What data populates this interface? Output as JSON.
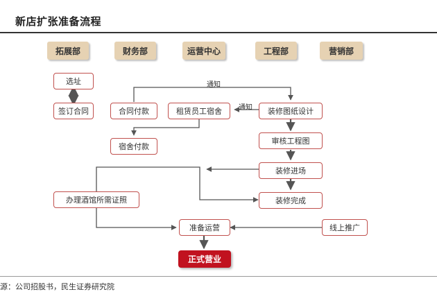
{
  "title": "新店扩张准备流程",
  "source": "源：公司招股书，民生证券研究院",
  "departments": [
    "拓展部",
    "财务部",
    "运营中心",
    "工程部",
    "营销部"
  ],
  "nodes": {
    "site_selection": "选址",
    "sign_contract": "签订合同",
    "contract_payment": "合同付款",
    "rent_dorm": "租赁员工宿舍",
    "design": "装修图纸设计",
    "dorm_payment": "宿舍付款",
    "review": "审核工程图",
    "construction_start": "装修进场",
    "licenses": "办理酒馆所需证照",
    "construction_done": "装修完成",
    "prep_ops": "准备运营",
    "online_promo": "线上推广",
    "opening": "正式营业"
  },
  "edge_labels": {
    "notify_1": "通知",
    "notify_2": "通知"
  },
  "colors": {
    "node_border": "#c0504d",
    "dept_bg": "#e6d2b3",
    "final_bg": "#c1121f",
    "line": "#555555"
  }
}
